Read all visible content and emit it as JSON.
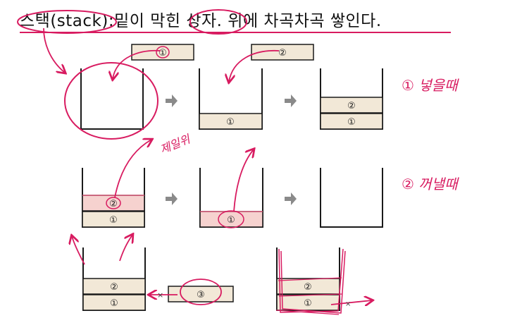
{
  "title": "스택(stack):밑이 막힌 상자. 위에 차곡차곡 쌓인다.",
  "labels": {
    "one": "①",
    "two": "②",
    "three": "③"
  },
  "annotations": {
    "push": "① 넣을때",
    "pop": "② 꺼낼때",
    "remove": "제일위"
  },
  "colors": {
    "box_fill": "#f2e8d7",
    "box_pink": "#f6d2cf",
    "ink": "#d81b60",
    "line": "#1a1a1a",
    "arrow": "#8a8a8a"
  }
}
